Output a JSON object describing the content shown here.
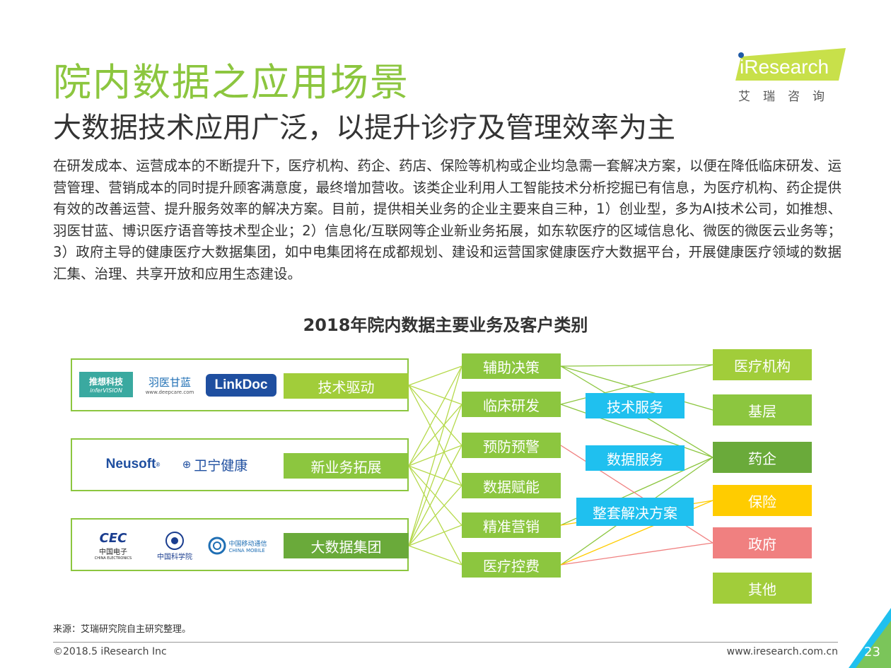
{
  "header": {
    "title": "院内数据之应用场景",
    "subtitle": "大数据技术应用广泛，以提升诊疗及管理效率为主",
    "brand_logo": "iResearch",
    "brand_cn": "艾瑞咨询"
  },
  "body_text": "在研发成本、运营成本的不断提升下，医疗机构、药企、药店、保险等机构或企业均急需一套解决方案，以便在降低临床研发、运营管理、营销成本的同时提升顾客满意度，最终增加营收。该类企业利用人工智能技术分析挖掘已有信息，为医疗机构、药企提供有效的改善运营、提升服务效率的解决方案。目前，提供相关业务的企业主要来自三种，1）创业型，多为AI技术公司，如推想、羽医甘蓝、博识医疗语音等技术型企业；2）信息化/互联网等企业新业务拓展，如东软医疗的区域信息化、微医的微医云业务等；3）政府主导的健康医疗大数据集团，如中电集团将在成都规划、建设和运营国家健康医疗大数据平台，开展健康医疗领域的数据汇集、治理、共享开放和应用生态建设。",
  "diagram": {
    "title": "2018年院内数据主要业务及客户类别",
    "company_groups": [
      {
        "label": "技术驱动",
        "logos": [
          "推想科技",
          "inferVISION",
          "羽医甘蓝",
          "www.deepcare.com",
          "LinkDoc"
        ]
      },
      {
        "label": "新业务拓展",
        "logos": [
          "Neusoft",
          "®",
          "卫宁健康"
        ]
      },
      {
        "label": "大数据集团",
        "logos": [
          "CEC",
          "中国电子",
          "CHINA ELECTRONICS",
          "中国科学院",
          "中国移动通信",
          "CHINA MOBILE"
        ]
      }
    ],
    "businesses": [
      "辅助决策",
      "临床研发",
      "预防预警",
      "数据赋能",
      "精准营销",
      "医疗控费"
    ],
    "services": [
      "技术服务",
      "数据服务",
      "整套解决方案"
    ],
    "clients": [
      "医疗机构",
      "基层",
      "药企",
      "保险",
      "政府",
      "其他"
    ],
    "colors": {
      "green_light": "#a1cd3a",
      "green": "#8cc63f",
      "green_dark": "#6aaa3a",
      "cyan": "#1fc0ef",
      "yellow": "#ffcc00",
      "pink": "#f08080"
    }
  },
  "footer": {
    "source": "来源：艾瑞研究院自主研究整理。",
    "copyright": "©2018.5 iResearch Inc",
    "website": "www.iresearch.com.cn",
    "page_number": "23"
  }
}
